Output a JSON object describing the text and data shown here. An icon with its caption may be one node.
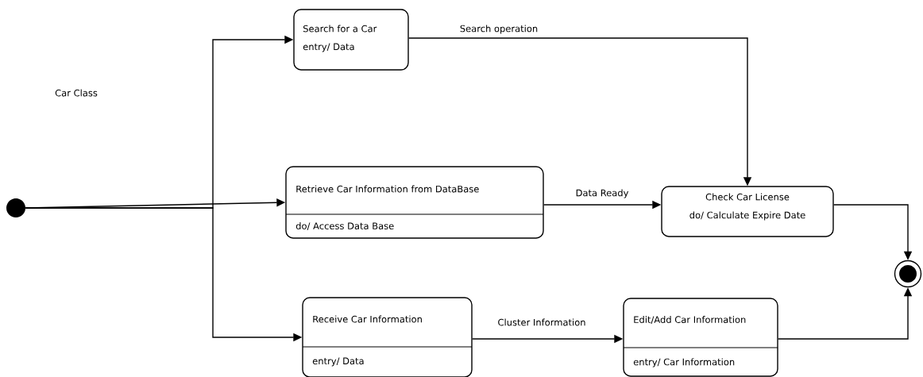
{
  "diagram": {
    "nodes": [
      {
        "text": [],
        "shape": "circle"
      },
      {
        "text": [
          "Search for a Car",
          "entry/ Data"
        ]
      },
      {
        "text": [
          "Retrieve Car Information from DataBase",
          "do/ Access Data Base"
        ]
      },
      {
        "text": [
          "Check Car License",
          "do/ Calculate Expire Date"
        ]
      },
      {
        "text": [
          "Receive Car Information",
          "entry/ Data"
        ]
      },
      {
        "text": [
          "Edit/Add Car Information",
          "entry/ Car Information"
        ]
      },
      {
        "text": [],
        "shape": "circle"
      }
    ],
    "edges": [
      {
        "from": 0,
        "to": 1,
        "arrow": "to"
      },
      {
        "from": 0,
        "to": 2,
        "arrow": "to"
      },
      {
        "from": 0,
        "to": 4,
        "arrow": "to"
      },
      {
        "from": 1,
        "to": 3,
        "arrow": "to",
        "label": "Search operation"
      },
      {
        "from": 2,
        "to": 3,
        "arrow": "to",
        "label": "Data Ready"
      },
      {
        "from": 4,
        "to": 5,
        "arrow": "to",
        "label": "Cluster Information"
      },
      {
        "from": 3,
        "to": 6,
        "arrow": "to"
      },
      {
        "from": 5,
        "to": 6,
        "arrow": "to"
      }
    ],
    "labels": [
      "Car Class"
    ]
  }
}
